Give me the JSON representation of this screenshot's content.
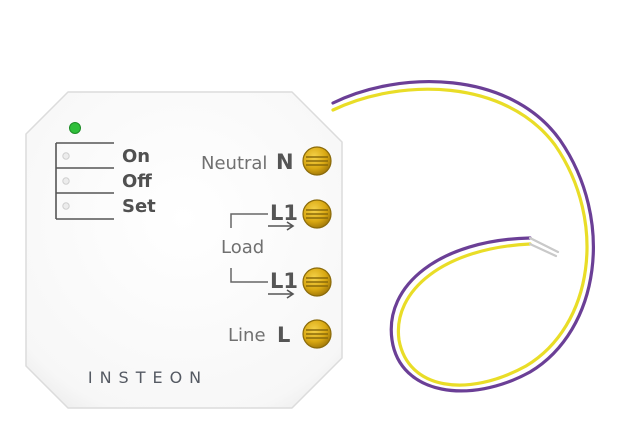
{
  "device": {
    "brand": "INSTEON",
    "buttons": [
      {
        "label": "On"
      },
      {
        "label": "Off"
      },
      {
        "label": "Set"
      }
    ],
    "terminals": [
      {
        "name": "Neutral",
        "code": "N"
      },
      {
        "name": "",
        "code": "L1"
      },
      {
        "name": "",
        "code": "L1"
      },
      {
        "name": "Line",
        "code": "L"
      }
    ],
    "load_label": "Load",
    "status_led": "green",
    "colors": {
      "housing": "#fbfbfb",
      "led": "#2fbf3a",
      "screw": "#e2b51a",
      "wire_purple": "#6b3f96",
      "wire_yellow": "#e9dd27"
    }
  }
}
